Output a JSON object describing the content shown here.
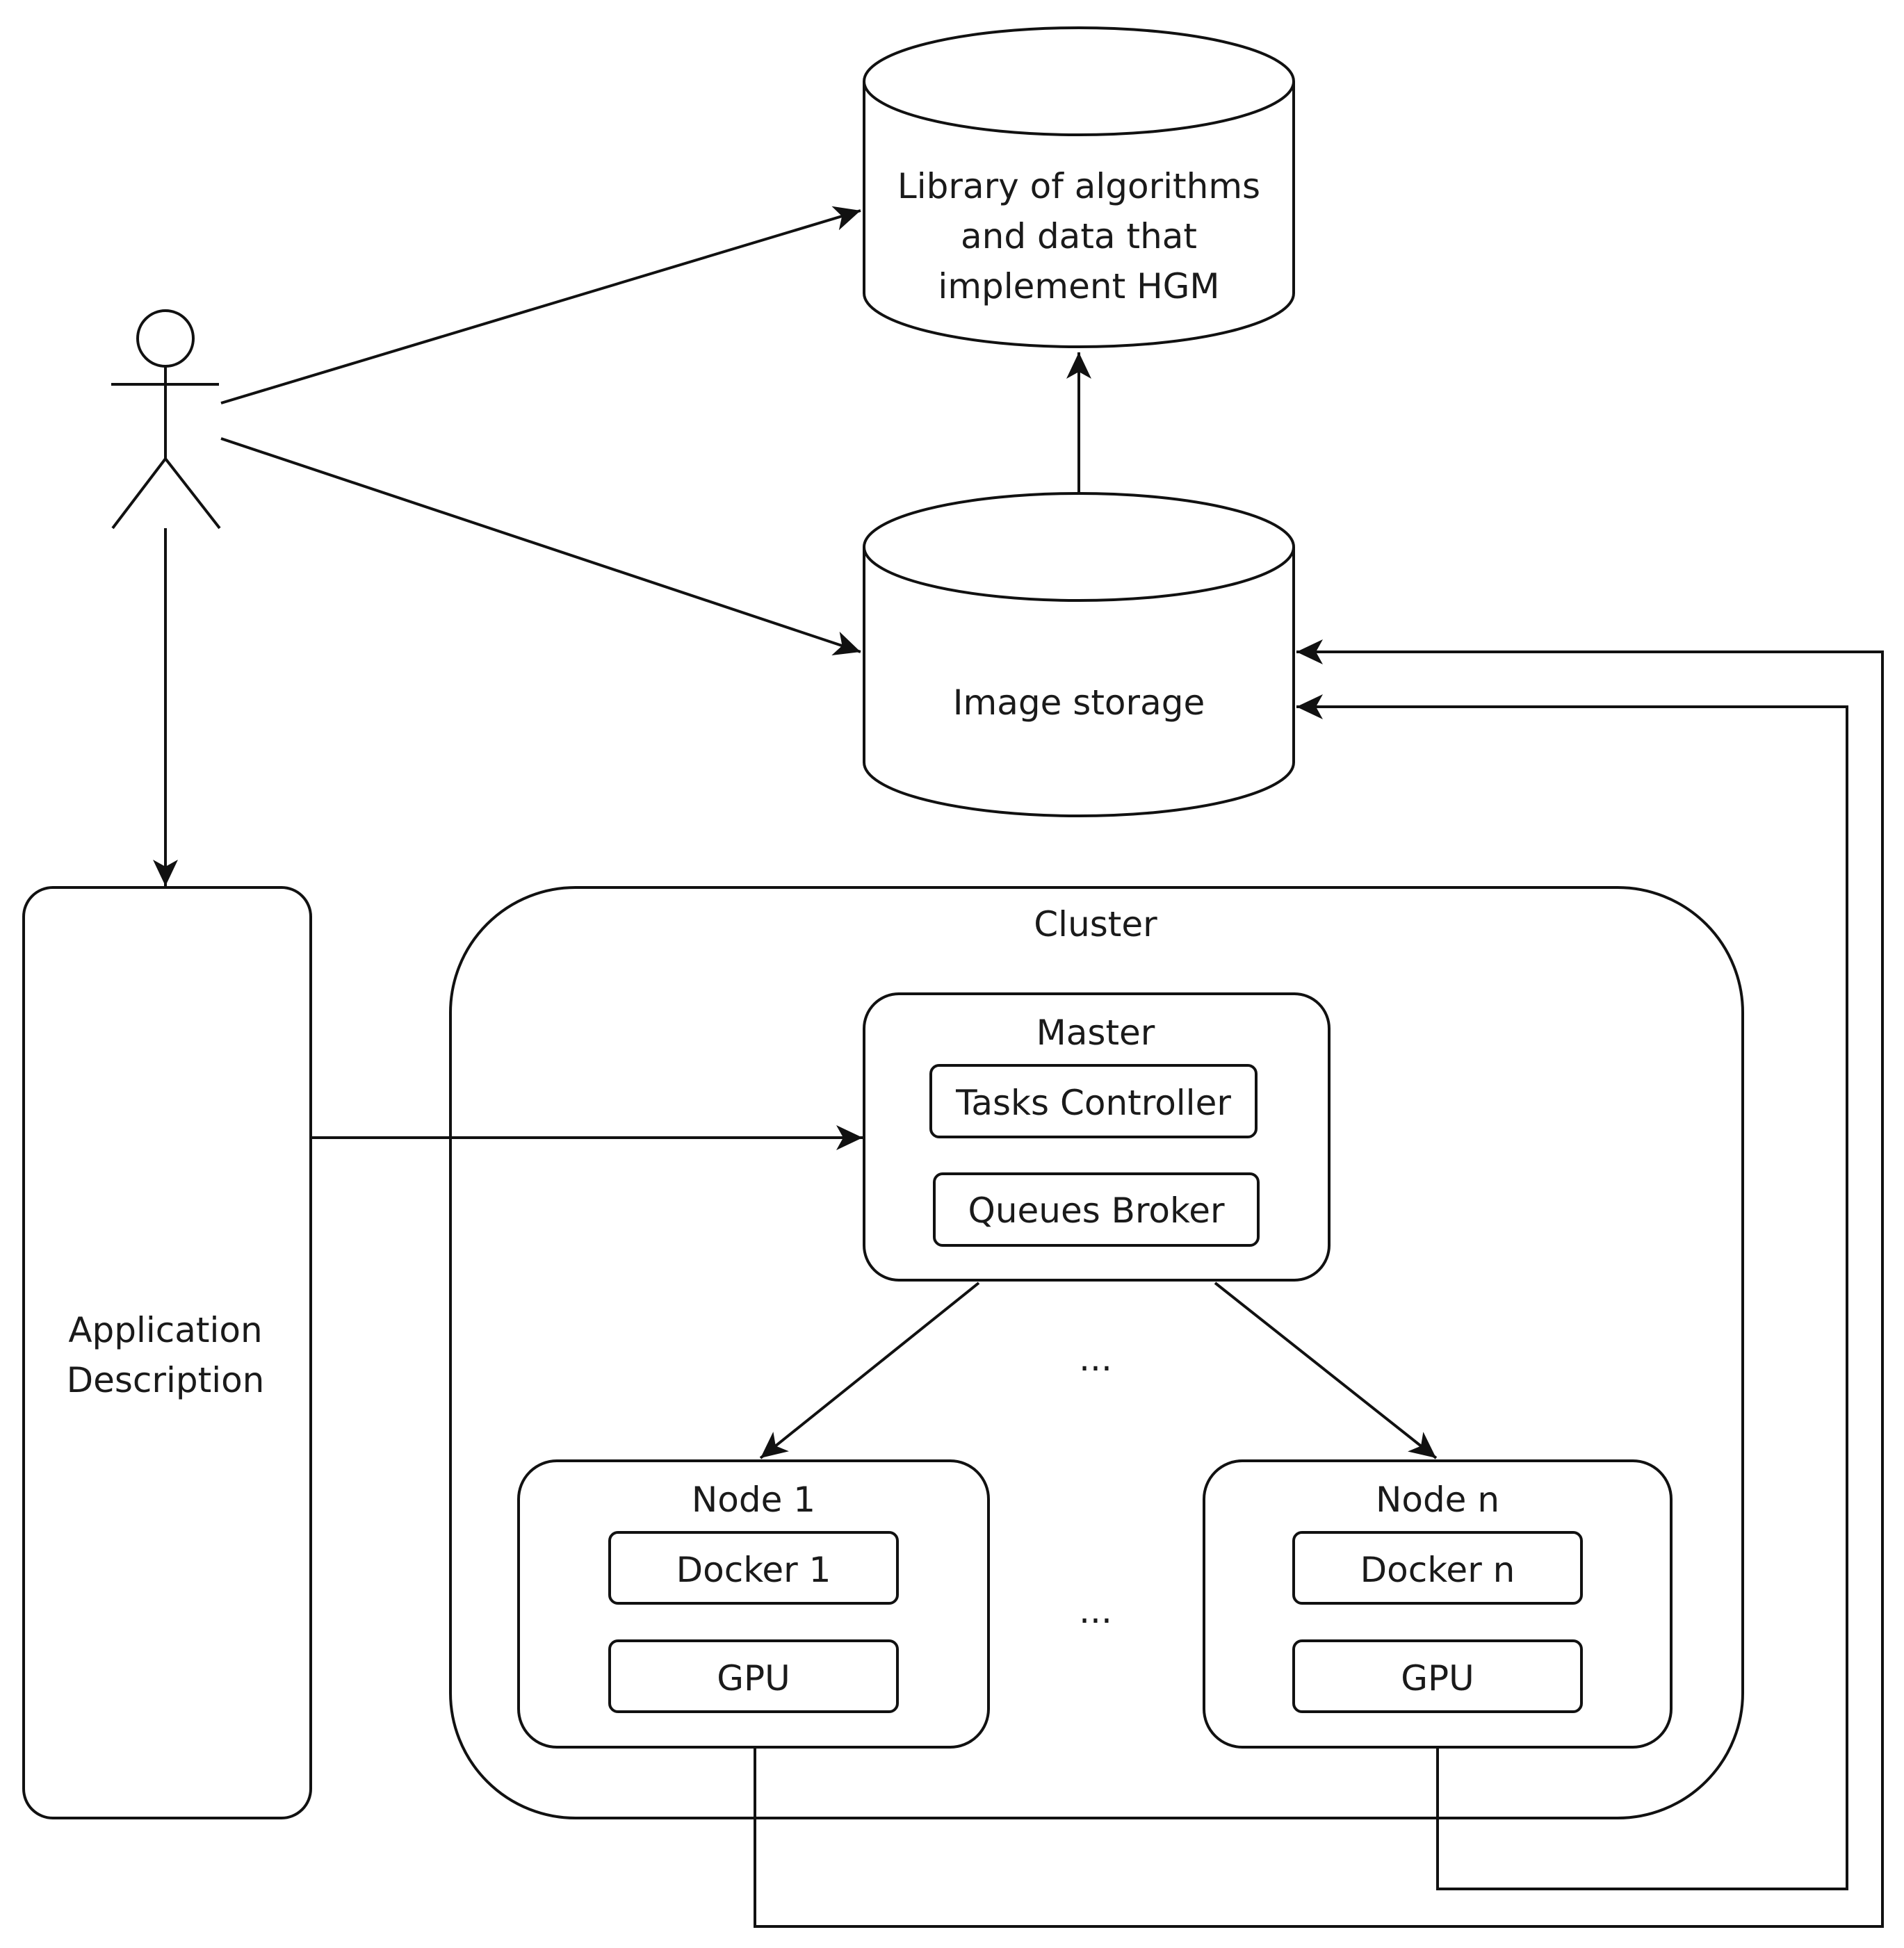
{
  "library": {
    "line1": "Library of algorithms",
    "line2": "and data that",
    "line3": "implement HGM"
  },
  "image_storage": {
    "label": "Image storage"
  },
  "application": {
    "line1": "Application",
    "line2": "Description"
  },
  "cluster": {
    "label": "Cluster",
    "ellipsis_top": "...",
    "ellipsis_mid": "...",
    "master": {
      "label": "Master",
      "tasks_controller": "Tasks Controller",
      "queues_broker": "Queues Broker"
    },
    "node1": {
      "label": "Node 1",
      "docker": "Docker 1",
      "gpu": "GPU"
    },
    "noden": {
      "label": "Node n",
      "docker": "Docker n",
      "gpu": "GPU"
    }
  }
}
